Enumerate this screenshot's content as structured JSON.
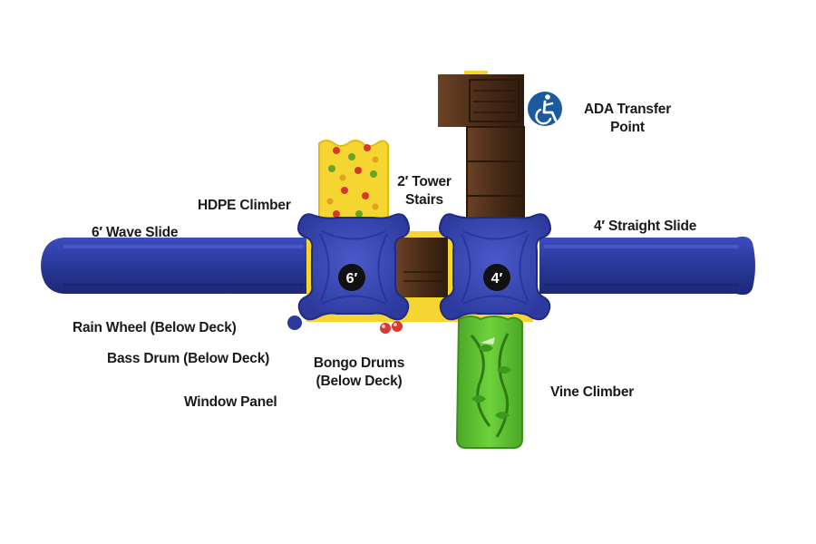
{
  "labels": {
    "wave_slide": "6′ Wave Slide",
    "hdpe_climber": "HDPE Climber",
    "tower_stairs_line1": "2′ Tower",
    "tower_stairs_line2": "Stairs",
    "ada_line1": "ADA Transfer",
    "ada_line2": "Point",
    "straight_slide": "4′ Straight Slide",
    "rain_wheel": "Rain Wheel (Below Deck)",
    "bass_drum": "Bass Drum (Below Deck)",
    "bongo_line1": "Bongo Drums",
    "bongo_line2": "(Below Deck)",
    "window_panel": "Window Panel",
    "vine_climber": "Vine Climber"
  },
  "decks": {
    "left_height": "6′",
    "right_height": "4′"
  },
  "icons": {
    "ada": "accessibility-icon"
  },
  "colors": {
    "slide_blue": "#2b3a9c",
    "deck_blue": "#3b49b8",
    "climber_yellow": "#f5d530",
    "stairs_brown": "#4a2c17",
    "vine_green": "#5cc12f",
    "ada_blue": "#1c5a9e"
  }
}
